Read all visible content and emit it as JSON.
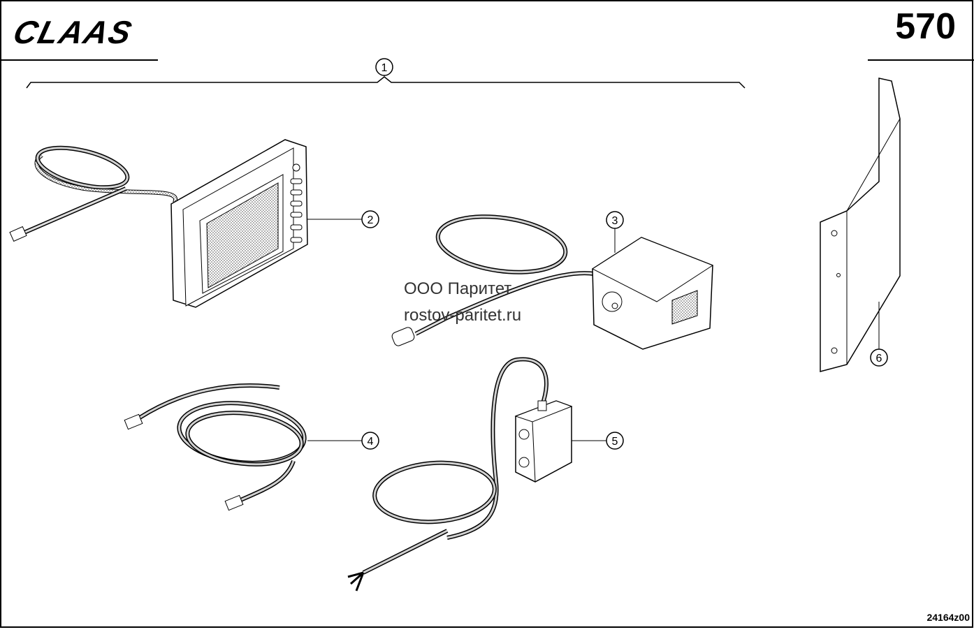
{
  "header": {
    "brand": "CLAAS",
    "page_number": "570"
  },
  "callouts": [
    {
      "id": "callout-1",
      "label": "1"
    },
    {
      "id": "callout-2",
      "label": "2"
    },
    {
      "id": "callout-3",
      "label": "3"
    },
    {
      "id": "callout-4",
      "label": "4"
    },
    {
      "id": "callout-5",
      "label": "5"
    },
    {
      "id": "callout-6",
      "label": "6"
    }
  ],
  "watermark": {
    "company": "ООО Паритет",
    "url": "rostov-paritet.ru"
  },
  "footer": {
    "drawing_number": "24164z00"
  },
  "colors": {
    "ink": "#000000",
    "screen_fill": "#d8d8d8",
    "cable_fill": "#c8c8c8",
    "watermark": "#333333"
  }
}
